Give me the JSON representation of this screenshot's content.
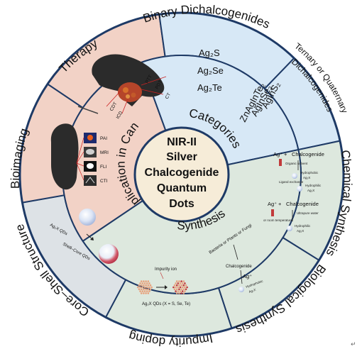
{
  "core": {
    "line1": "NIR-II",
    "line2": "Silver",
    "line3": "Chalcogenide",
    "line4": "Quantum",
    "line5": "Dots"
  },
  "middle": {
    "application": "Application in Cancer",
    "categories": "Categories",
    "synthesis": "Synthesis"
  },
  "outer": {
    "therapy": "Therapy",
    "binary": "Binary Dichalcogenides",
    "ternary_line1": "Ternary or Quaternary",
    "ternary_line2": "Dichalcogenides",
    "chemical": "Chemical Synthesis",
    "biological": "Biological Synthesis",
    "impurity": "Impurity doping",
    "coreshell": "Core–Shell Structure",
    "bioimaging": "Bioimaging"
  },
  "binary_formulas": [
    "Ag₂S",
    "Ag₂Se",
    "Ag₂Te"
  ],
  "ternary_formulas": [
    "AgInS₂",
    "AgInSe₂",
    "ZnAgInTe₂"
  ],
  "therapy_labels": {
    "ptt": "PTT",
    "pdt": "PDT",
    "ct": "CT",
    "cdt": "CDT",
    "icd": "ICD"
  },
  "imaging_labels": {
    "pai": "PAI",
    "mri": "MRI",
    "fli": "FLI",
    "cti": "CTI"
  },
  "chem1": {
    "ag": "Ag⁺",
    "plus": "+",
    "chalcogenide": "Chalcogenide",
    "solvent": "Organic solvent",
    "hydrophobic": "Hydrophobic",
    "product": "Ag₂X",
    "exchange": "Ligand exchange",
    "hydrophilic": "Hydrophilic",
    "product2": "Ag₂X"
  },
  "chem2": {
    "ag": "Ag⁺",
    "plus": "+",
    "chalcogenide": "Chalcogenide",
    "room": "or room temperature",
    "ultrapure": "Ultrapure water",
    "hydrophilic": "Hydrophilic",
    "product": "Ag₂X"
  },
  "bio": {
    "source": "Bacteria or Plants or Fungi",
    "chalcogenide": "Chalcogenide",
    "ag": "Ag⁺",
    "hydrophobic": "Hydrophobic",
    "product": "Ag₂X"
  },
  "impurity": {
    "ion": "Impurity ion",
    "caption": "Ag₂X QDs (X = S, Se, Te)"
  },
  "coreshell": {
    "core": "Ag₂X QDs",
    "shell": "Shell–Core QDs"
  },
  "colors": {
    "pink": "#f2d2c6",
    "blue": "#d7e8f6",
    "green": "#dde8de",
    "grey": "#dde2e6",
    "core": "#f6ecd8",
    "stroke": "#1e3a66"
  },
  "page_marker": "↵"
}
